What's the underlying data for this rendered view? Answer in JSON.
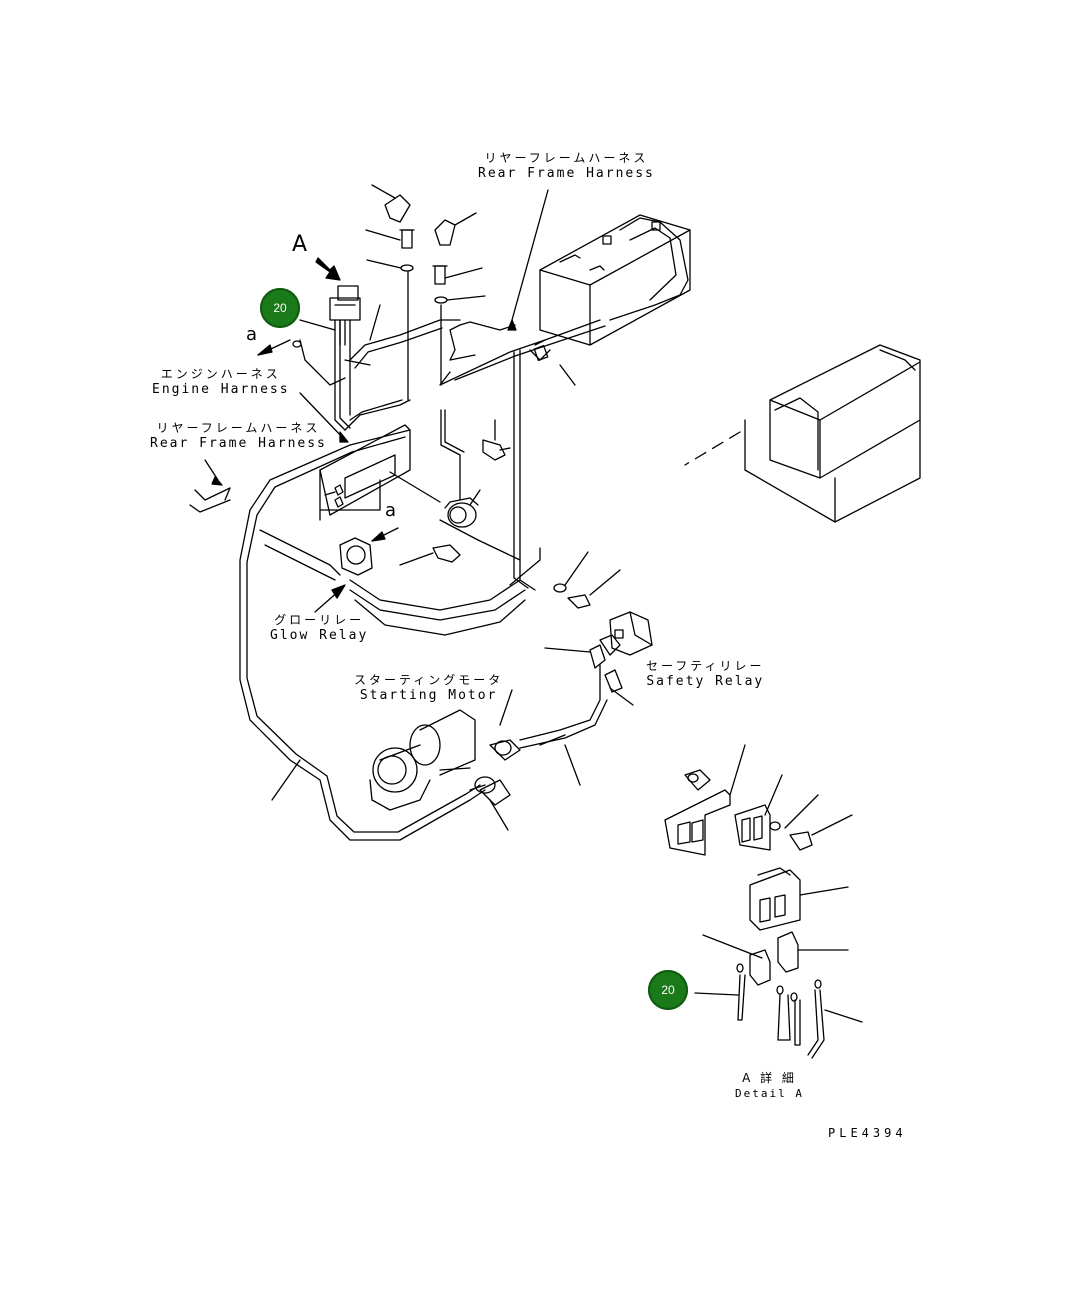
{
  "diagram": {
    "labels": {
      "rear_frame_harness_top": {
        "jp": "リヤーフレームハーネス",
        "en": "Rear Frame Harness"
      },
      "engine_harness": {
        "jp": "エンジンハーネス",
        "en": "Engine Harness"
      },
      "rear_frame_harness_left": {
        "jp": "リヤーフレームハーネス",
        "en": "Rear Frame Harness"
      },
      "glow_relay": {
        "jp": "グローリレー",
        "en": "Glow Relay"
      },
      "starting_motor": {
        "jp": "スターティングモータ",
        "en": "Starting Motor"
      },
      "safety_relay": {
        "jp": "セーフティリレー",
        "en": "Safety Relay"
      },
      "detail_a": {
        "jp": "A 詳 細",
        "en": "Detail A"
      }
    },
    "view_letter_main": "A",
    "arrow_letter_a1": "a",
    "arrow_letter_a2": "a",
    "badges": [
      "20",
      "20"
    ],
    "drawing_code": "PLE4394",
    "badge_color": "#1a7a1a"
  }
}
